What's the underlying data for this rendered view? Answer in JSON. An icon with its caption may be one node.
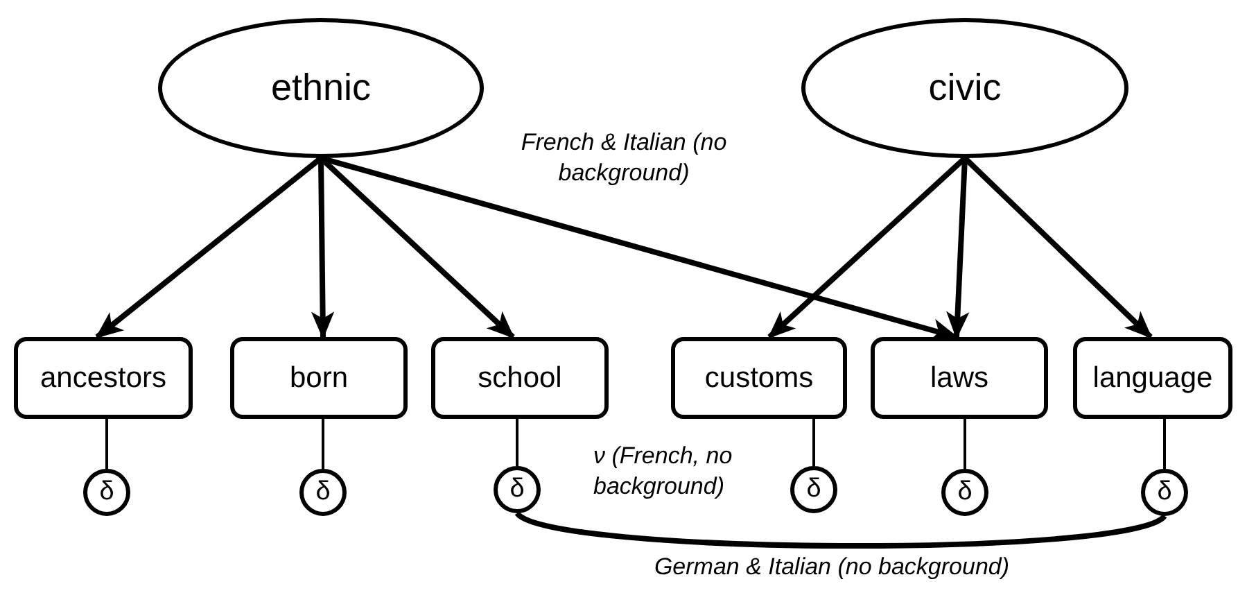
{
  "diagram": {
    "nodes": [
      {
        "text": [
          "ethnic"
        ]
      },
      {
        "text": [
          "civic"
        ]
      },
      {
        "text": [
          "ancestors"
        ]
      },
      {
        "text": [
          "born"
        ]
      },
      {
        "text": [
          "school"
        ]
      },
      {
        "text": [
          "customs"
        ]
      },
      {
        "text": [
          "laws"
        ]
      },
      {
        "text": [
          "language"
        ]
      },
      {
        "text": [
          "δ"
        ]
      },
      {
        "text": [
          "δ"
        ]
      },
      {
        "text": [
          "δ"
        ]
      },
      {
        "text": [
          "δ"
        ]
      },
      {
        "text": [
          "δ"
        ]
      },
      {
        "text": [
          "δ"
        ]
      }
    ],
    "edges": [
      {
        "from": 0,
        "to": 2,
        "arrow": "to"
      },
      {
        "from": 0,
        "to": 3,
        "arrow": "to"
      },
      {
        "from": 0,
        "to": 4,
        "arrow": "to"
      },
      {
        "from": 0,
        "to": 6,
        "arrow": "to",
        "label": "French & Italian (no background)"
      },
      {
        "from": 1,
        "to": 5,
        "arrow": "to"
      },
      {
        "from": 1,
        "to": 6,
        "arrow": "to"
      },
      {
        "from": 1,
        "to": 7,
        "arrow": "to"
      },
      {
        "from": 2,
        "to": 8,
        "arrow": "none"
      },
      {
        "from": 3,
        "to": 9,
        "arrow": "none"
      },
      {
        "from": 4,
        "to": 10,
        "arrow": "none"
      },
      {
        "from": 5,
        "to": 11,
        "arrow": "none"
      },
      {
        "from": 6,
        "to": 12,
        "arrow": "none"
      },
      {
        "from": 7,
        "to": 13,
        "arrow": "none"
      },
      {
        "from": 10,
        "to": 13,
        "arrow": "none",
        "label": "German & Italian (no background)"
      }
    ],
    "labels": [
      "ν (French, no background)"
    ]
  }
}
